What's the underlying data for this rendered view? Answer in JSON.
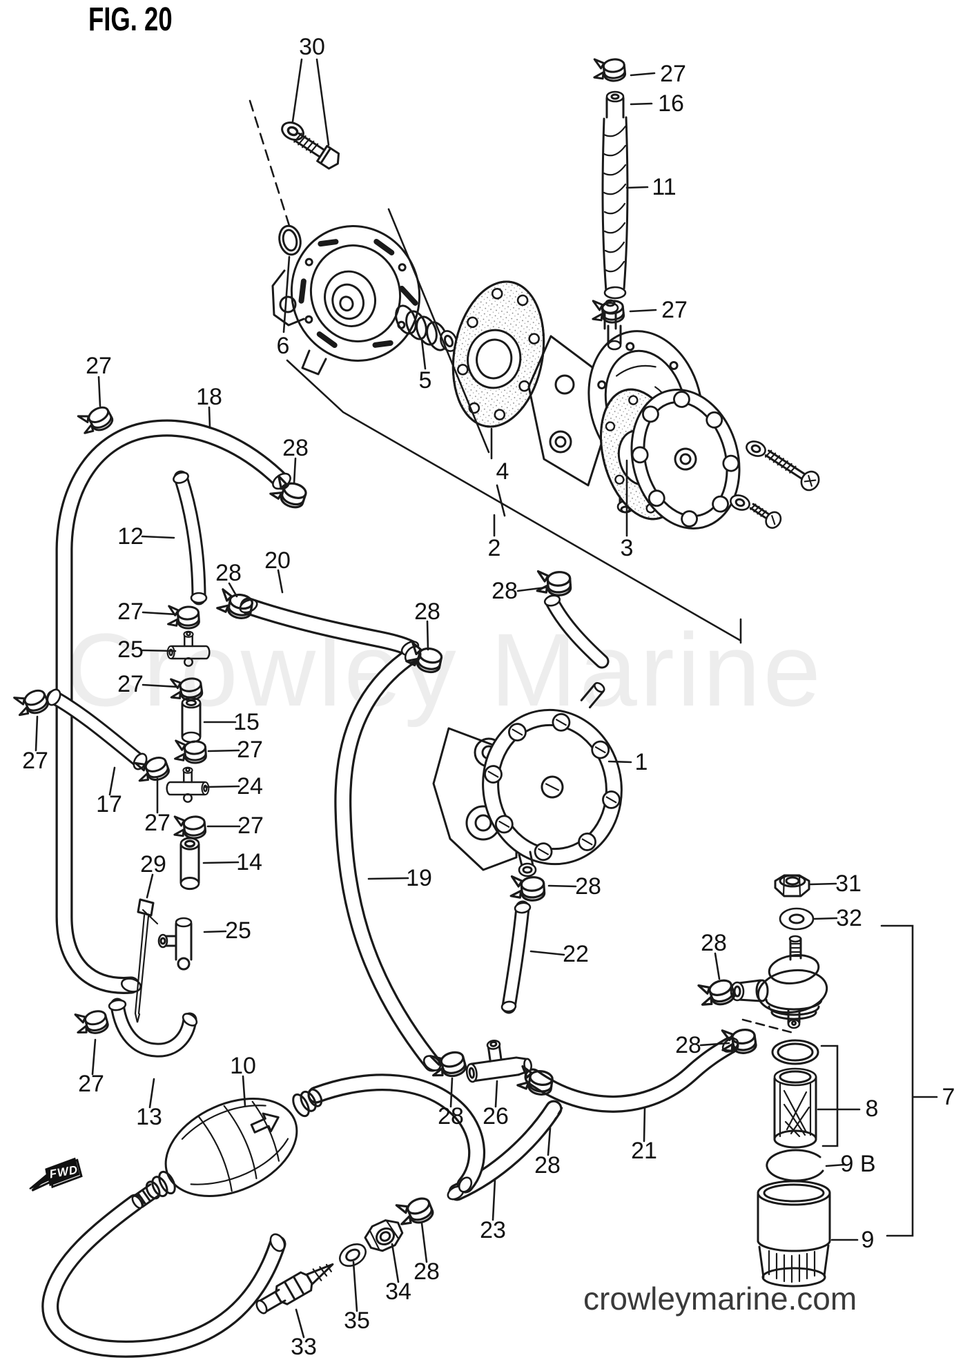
{
  "figure": {
    "title": "FIG. 20"
  },
  "watermark": {
    "text": "Crowley Marine"
  },
  "footer": {
    "site": "crowleymarine.com"
  },
  "fwd_label": "FWD",
  "callouts": [
    {
      "label": "30"
    },
    {
      "label": "27"
    },
    {
      "label": "16"
    },
    {
      "label": "11"
    },
    {
      "label": "27"
    },
    {
      "label": "6"
    },
    {
      "label": "5"
    },
    {
      "label": "4"
    },
    {
      "label": "2"
    },
    {
      "label": "3"
    },
    {
      "label": "27"
    },
    {
      "label": "18"
    },
    {
      "label": "28"
    },
    {
      "label": "12"
    },
    {
      "label": "20"
    },
    {
      "label": "28"
    },
    {
      "label": "27"
    },
    {
      "label": "25"
    },
    {
      "label": "27"
    },
    {
      "label": "15"
    },
    {
      "label": "27"
    },
    {
      "label": "24"
    },
    {
      "label": "27"
    },
    {
      "label": "27"
    },
    {
      "label": "14"
    },
    {
      "label": "29"
    },
    {
      "label": "17"
    },
    {
      "label": "27"
    },
    {
      "label": "28"
    },
    {
      "label": "28"
    },
    {
      "label": "1"
    },
    {
      "label": "19"
    },
    {
      "label": "28"
    },
    {
      "label": "31"
    },
    {
      "label": "32"
    },
    {
      "label": "28"
    },
    {
      "label": "22"
    },
    {
      "label": "25"
    },
    {
      "label": "27"
    },
    {
      "label": "13"
    },
    {
      "label": "10"
    },
    {
      "label": "28"
    },
    {
      "label": "8"
    },
    {
      "label": "9 B"
    },
    {
      "label": "9"
    },
    {
      "label": "7"
    },
    {
      "label": "21"
    },
    {
      "label": "28"
    },
    {
      "label": "26"
    },
    {
      "label": "28"
    },
    {
      "label": "23"
    },
    {
      "label": "28"
    },
    {
      "label": "34"
    },
    {
      "label": "35"
    },
    {
      "label": "33"
    }
  ]
}
